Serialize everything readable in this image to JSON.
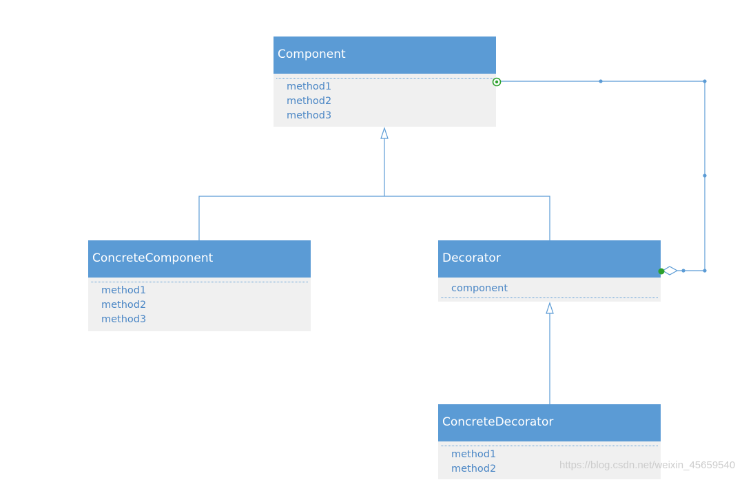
{
  "classes": {
    "component": {
      "name": "Component",
      "members": [
        "method1",
        "method2",
        "method3"
      ]
    },
    "concrete_component": {
      "name": "ConcreteComponent",
      "members": [
        "method1",
        "method2",
        "method3"
      ]
    },
    "decorator": {
      "name": "Decorator",
      "members": [
        "component"
      ]
    },
    "concrete_decorator": {
      "name": "ConcreteDecorator",
      "members": [
        "method1",
        "method2"
      ]
    }
  },
  "colors": {
    "header": "#5b9bd5",
    "body": "#f0f0f0",
    "line": "#5b9bd5",
    "member_text": "#4a86c5",
    "anchor_green": "#2ca02c"
  },
  "watermark": "https://blog.csdn.net/weixin_45659540"
}
